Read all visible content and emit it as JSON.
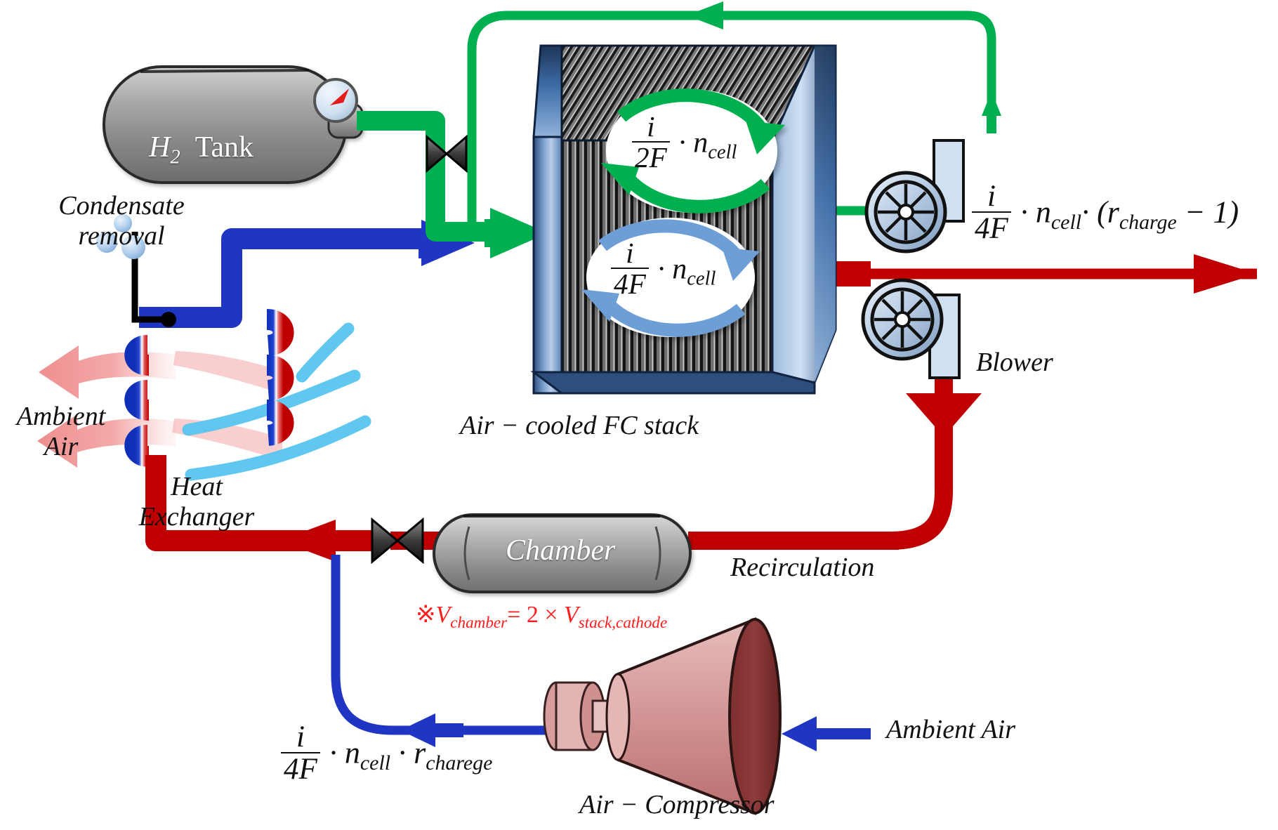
{
  "diagram": {
    "title": "Air-cooled fuel cell system with cathode recirculation",
    "components": {
      "h2_tank": "H₂ Tank",
      "fc_stack": "Air − cooled FC stack",
      "chamber": "Chamber",
      "blower": "Blower",
      "air_compressor": "Air − Compressor",
      "heat_exchanger": "Heat\nExchanger"
    },
    "labels": {
      "heat_exchanger_line1": "Heat",
      "heat_exchanger_line2": "Exchanger",
      "condensate_line1": "Condensate",
      "condensate_line2": "removal",
      "ambient_air_left_line1": "Ambient",
      "ambient_air_left_line2": "Air",
      "ambient_air_right": "Ambient Air",
      "recirculation": "Recirculation"
    },
    "equations": {
      "anode_flow": {
        "numerator": "i",
        "denominator": "2F",
        "tail": "· n",
        "tail_sub": "cell",
        "plain": "i/(2F) · n_cell"
      },
      "cathode_flow": {
        "numerator": "i",
        "denominator": "4F",
        "tail": "· n",
        "tail_sub": "cell",
        "plain": "i/(4F) · n_cell"
      },
      "purge_out": {
        "numerator": "i",
        "denominator": "4F",
        "mid": "· n",
        "mid_sub": "cell",
        "tail_open": "· (r",
        "tail_sub": "charge",
        "tail_close": " − 1)",
        "plain": "i/(4F) · n_cell · (r_charge − 1)"
      },
      "compressor_in": {
        "numerator": "i",
        "denominator": "4F",
        "mid": "· n",
        "mid_sub": "cell",
        "tail": "· r",
        "tail_sub": "charege",
        "plain": "i/(4F) · n_cell · r_charege"
      },
      "chamber_note": {
        "mark": "※",
        "lhs": "V",
        "lhs_sub": "chamber",
        "op": "= 2 × ",
        "rhs": "V",
        "rhs_sub": "stack,cathode",
        "plain": "※V_chamber = 2 × V_stack,cathode"
      }
    },
    "icons": {
      "pressure_gauge": "pressure-gauge-icon",
      "valve_h2": "butterfly-valve-icon",
      "valve_chamber": "butterfly-valve-icon",
      "blower_top": "blower-fan-icon",
      "blower_bottom": "blower-fan-icon",
      "water_droplets": "water-droplet-icon"
    },
    "colors": {
      "hydrogen_green": "#00b050",
      "air_blue": "#1f35c4",
      "hot_red": "#c00000",
      "annotation_red": "#ff1d1d",
      "stack_blue": "#35588f",
      "compressor_rose": "#d89b9b",
      "tank_gray": "#8d8d8d",
      "cool_cyan": "#57c4f0",
      "warm_pink": "#f4a3a3"
    }
  }
}
